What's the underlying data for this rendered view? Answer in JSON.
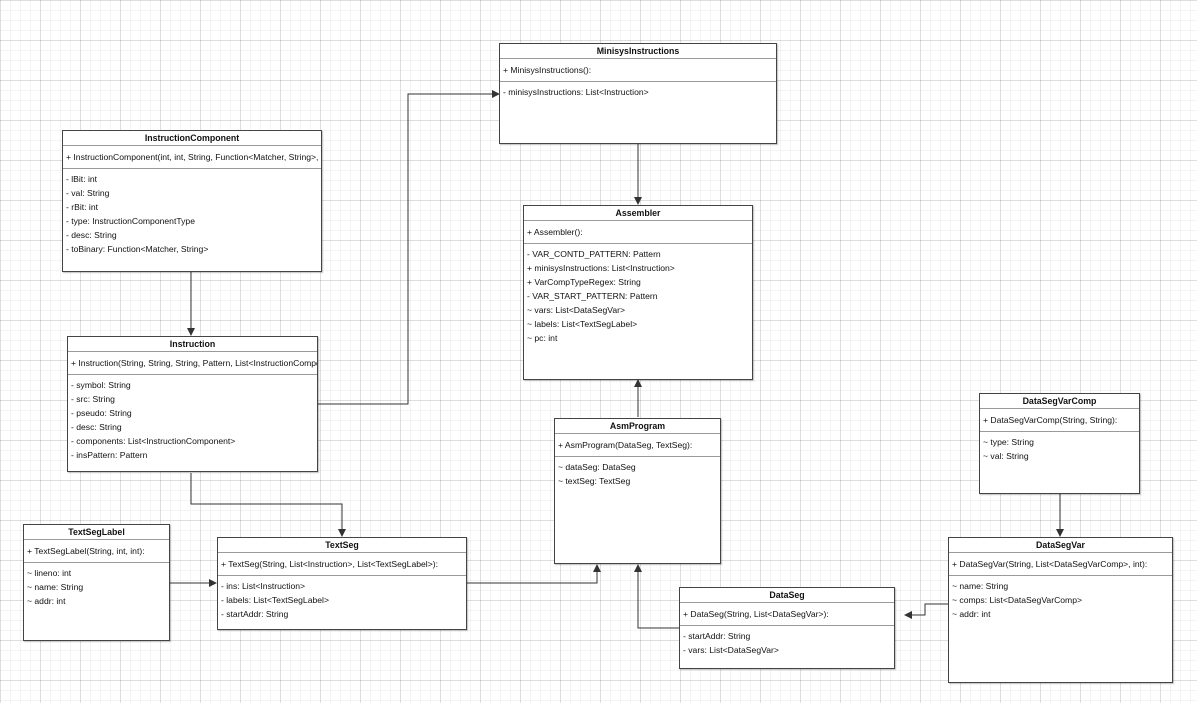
{
  "classes": [
    {
      "id": "minisys-instructions",
      "title": "MinisysInstructions",
      "constructor": "+ MinisysInstructions():",
      "attributes": [
        "- minisysInstructions: List<Instruction>"
      ]
    },
    {
      "id": "instruction-component",
      "title": "InstructionComponent",
      "constructor": "+ InstructionComponent(int, int, String, Function<Matcher, String>, InstructionComponentType):",
      "attributes": [
        "- lBit: int",
        "- val: String",
        "- rBit: int",
        "- type: InstructionComponentType",
        "- desc: String",
        "- toBinary: Function<Matcher, String>"
      ]
    },
    {
      "id": "assembler",
      "title": "Assembler",
      "constructor": "+ Assembler():",
      "attributes": [
        "- VAR_CONTD_PATTERN: Pattern",
        "+ minisysInstructions: List<Instruction>",
        "+ VarCompTypeRegex: String",
        "- VAR_START_PATTERN: Pattern",
        "~ vars: List<DataSegVar>",
        "~ labels: List<TextSegLabel>",
        "~ pc: int"
      ]
    },
    {
      "id": "instruction",
      "title": "Instruction",
      "constructor": "+ Instruction(String, String, String, Pattern, List<InstructionComponent>):",
      "attributes": [
        "- symbol: String",
        "- src: String",
        "- pseudo: String",
        "- desc: String",
        "- components: List<InstructionComponent>",
        "- insPattern: Pattern"
      ]
    },
    {
      "id": "data-seg-var-comp",
      "title": "DataSegVarComp",
      "constructor": "+ DataSegVarComp(String, String):",
      "attributes": [
        "~ type: String",
        "~ val: String"
      ]
    },
    {
      "id": "asm-program",
      "title": "AsmProgram",
      "constructor": "+ AsmProgram(DataSeg, TextSeg):",
      "attributes": [
        "~ dataSeg: DataSeg",
        "~ textSeg: TextSeg"
      ]
    },
    {
      "id": "text-seg-label",
      "title": "TextSegLabel",
      "constructor": "+ TextSegLabel(String, int, int):",
      "attributes": [
        "~ lineno: int",
        "~ name: String",
        "~ addr: int"
      ]
    },
    {
      "id": "text-seg",
      "title": "TextSeg",
      "constructor": "+ TextSeg(String, List<Instruction>, List<TextSegLabel>):",
      "attributes": [
        "- ins: List<Instruction>",
        "- labels: List<TextSegLabel>",
        "- startAddr: String"
      ]
    },
    {
      "id": "data-seg-var",
      "title": "DataSegVar",
      "constructor": "+ DataSegVar(String, List<DataSegVarComp>, int):",
      "attributes": [
        "~ name: String",
        "~ comps: List<DataSegVarComp>",
        "~ addr: int"
      ]
    },
    {
      "id": "data-seg",
      "title": "DataSeg",
      "constructor": "+ DataSeg(String, List<DataSegVar>):",
      "attributes": [
        "- startAddr: String",
        "- vars: List<DataSegVar>"
      ]
    }
  ],
  "edges": [
    {
      "from": "minisys-instructions",
      "to": "assembler"
    },
    {
      "from": "instruction-component",
      "to": "instruction"
    },
    {
      "from": "instruction",
      "to": "minisys-instructions"
    },
    {
      "from": "instruction",
      "to": "text-seg"
    },
    {
      "from": "text-seg-label",
      "to": "text-seg"
    },
    {
      "from": "text-seg",
      "to": "asm-program"
    },
    {
      "from": "asm-program",
      "to": "assembler"
    },
    {
      "from": "data-seg",
      "to": "asm-program"
    },
    {
      "from": "data-seg-var-comp",
      "to": "data-seg-var"
    },
    {
      "from": "data-seg-var",
      "to": "data-seg"
    }
  ],
  "colors": {
    "border": "#444444",
    "separator": "#9a9a9a",
    "edge": "#333333",
    "grid": "#e6e6e6"
  }
}
